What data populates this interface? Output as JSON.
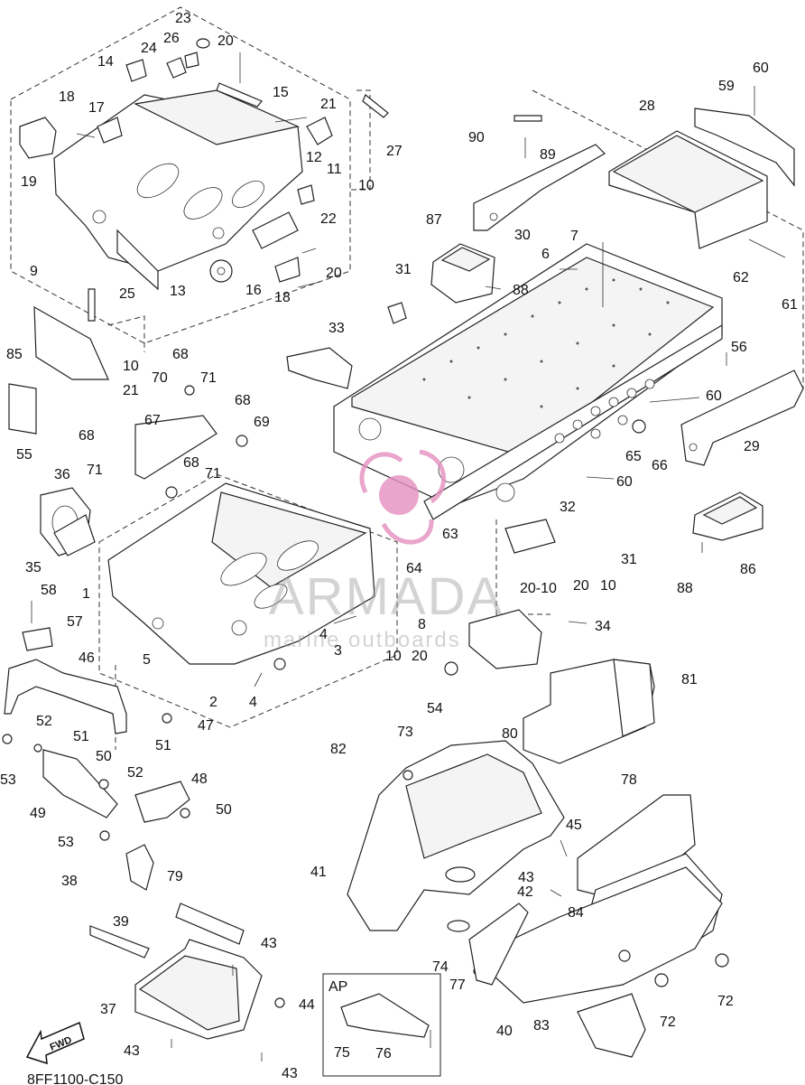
{
  "diagram": {
    "code": "8FF1100-C150",
    "fwd_label": "FWD",
    "ap_label": "AP",
    "watermark": {
      "brand": "ARMADA",
      "tagline": "marine outboards"
    },
    "callouts": [
      {
        "id": "c23",
        "text": "23"
      },
      {
        "id": "c26",
        "text": "26"
      },
      {
        "id": "c20a",
        "text": "20"
      },
      {
        "id": "c24",
        "text": "24"
      },
      {
        "id": "c14",
        "text": "14"
      },
      {
        "id": "c15",
        "text": "15"
      },
      {
        "id": "c18a",
        "text": "18"
      },
      {
        "id": "c17",
        "text": "17"
      },
      {
        "id": "c21a",
        "text": "21"
      },
      {
        "id": "c27",
        "text": "27"
      },
      {
        "id": "c11",
        "text": "11"
      },
      {
        "id": "c12",
        "text": "12"
      },
      {
        "id": "c19",
        "text": "19"
      },
      {
        "id": "c10a",
        "text": "10"
      },
      {
        "id": "c22",
        "text": "22"
      },
      {
        "id": "c20b",
        "text": "20"
      },
      {
        "id": "c13",
        "text": "13"
      },
      {
        "id": "c16",
        "text": "16"
      },
      {
        "id": "c18b",
        "text": "18"
      },
      {
        "id": "c60a",
        "text": "60"
      },
      {
        "id": "c59",
        "text": "59"
      },
      {
        "id": "c28",
        "text": "28"
      },
      {
        "id": "c90",
        "text": "90"
      },
      {
        "id": "c89",
        "text": "89"
      },
      {
        "id": "c30",
        "text": "30"
      },
      {
        "id": "c7",
        "text": "7"
      },
      {
        "id": "c6",
        "text": "6"
      },
      {
        "id": "c87",
        "text": "87"
      },
      {
        "id": "c62",
        "text": "62"
      },
      {
        "id": "c61",
        "text": "61"
      },
      {
        "id": "c31a",
        "text": "31"
      },
      {
        "id": "c88a",
        "text": "88"
      },
      {
        "id": "c9",
        "text": "9"
      },
      {
        "id": "c25",
        "text": "25"
      },
      {
        "id": "c33",
        "text": "33"
      },
      {
        "id": "c56",
        "text": "56"
      },
      {
        "id": "c85",
        "text": "85"
      },
      {
        "id": "c68a",
        "text": "68"
      },
      {
        "id": "c10b",
        "text": "10"
      },
      {
        "id": "c21b",
        "text": "21"
      },
      {
        "id": "c70",
        "text": "70"
      },
      {
        "id": "c71a",
        "text": "71"
      },
      {
        "id": "c60b",
        "text": "60"
      },
      {
        "id": "c68b",
        "text": "68"
      },
      {
        "id": "c67",
        "text": "67"
      },
      {
        "id": "c69",
        "text": "69"
      },
      {
        "id": "c29",
        "text": "29"
      },
      {
        "id": "c68c",
        "text": "68"
      },
      {
        "id": "c65",
        "text": "65"
      },
      {
        "id": "c66",
        "text": "66"
      },
      {
        "id": "c55",
        "text": "55"
      },
      {
        "id": "c71b",
        "text": "71"
      },
      {
        "id": "c68d",
        "text": "68"
      },
      {
        "id": "c71c",
        "text": "71"
      },
      {
        "id": "c60c",
        "text": "60"
      },
      {
        "id": "c36",
        "text": "36"
      },
      {
        "id": "c32",
        "text": "32"
      },
      {
        "id": "c63",
        "text": "63"
      },
      {
        "id": "c35",
        "text": "35"
      },
      {
        "id": "c31b",
        "text": "31"
      },
      {
        "id": "c88b",
        "text": "88"
      },
      {
        "id": "c86",
        "text": "86"
      },
      {
        "id": "c64",
        "text": "64"
      },
      {
        "id": "c2010a",
        "text": "20-10"
      },
      {
        "id": "c2010b",
        "text": "20"
      },
      {
        "id": "c10c",
        "text": "10"
      },
      {
        "id": "c58",
        "text": "58"
      },
      {
        "id": "c1",
        "text": "1"
      },
      {
        "id": "c57",
        "text": "57"
      },
      {
        "id": "c8",
        "text": "8"
      },
      {
        "id": "c34",
        "text": "34"
      },
      {
        "id": "c46",
        "text": "46"
      },
      {
        "id": "c5",
        "text": "5"
      },
      {
        "id": "c4a",
        "text": "4"
      },
      {
        "id": "c3",
        "text": "3"
      },
      {
        "id": "c1020a",
        "text": "10"
      },
      {
        "id": "c1020b",
        "text": "20"
      },
      {
        "id": "c81",
        "text": "81"
      },
      {
        "id": "c2",
        "text": "2"
      },
      {
        "id": "c4b",
        "text": "4"
      },
      {
        "id": "c54",
        "text": "54"
      },
      {
        "id": "c52a",
        "text": "52"
      },
      {
        "id": "c47",
        "text": "47"
      },
      {
        "id": "c80",
        "text": "80"
      },
      {
        "id": "c53a",
        "text": "53"
      },
      {
        "id": "c51a",
        "text": "51"
      },
      {
        "id": "c73",
        "text": "73"
      },
      {
        "id": "c82",
        "text": "82"
      },
      {
        "id": "c50a",
        "text": "50"
      },
      {
        "id": "c51b",
        "text": "51"
      },
      {
        "id": "c49",
        "text": "49"
      },
      {
        "id": "c52b",
        "text": "52"
      },
      {
        "id": "c48",
        "text": "48"
      },
      {
        "id": "c78",
        "text": "78"
      },
      {
        "id": "c50b",
        "text": "50"
      },
      {
        "id": "c53b",
        "text": "53"
      },
      {
        "id": "c45",
        "text": "45"
      },
      {
        "id": "c41",
        "text": "41"
      },
      {
        "id": "c43a",
        "text": "43"
      },
      {
        "id": "c38",
        "text": "38"
      },
      {
        "id": "c42",
        "text": "42"
      },
      {
        "id": "c79",
        "text": "79"
      },
      {
        "id": "c84",
        "text": "84"
      },
      {
        "id": "c39",
        "text": "39"
      },
      {
        "id": "c74",
        "text": "74"
      },
      {
        "id": "c43b",
        "text": "43"
      },
      {
        "id": "c77",
        "text": "77"
      },
      {
        "id": "c72a",
        "text": "72"
      },
      {
        "id": "c37",
        "text": "37"
      },
      {
        "id": "c44",
        "text": "44"
      },
      {
        "id": "c72b",
        "text": "72"
      },
      {
        "id": "c40",
        "text": "40"
      },
      {
        "id": "c83",
        "text": "83"
      },
      {
        "id": "c75",
        "text": "75"
      },
      {
        "id": "c76",
        "text": "76"
      },
      {
        "id": "c43c",
        "text": "43"
      },
      {
        "id": "c43d",
        "text": "43"
      }
    ]
  }
}
